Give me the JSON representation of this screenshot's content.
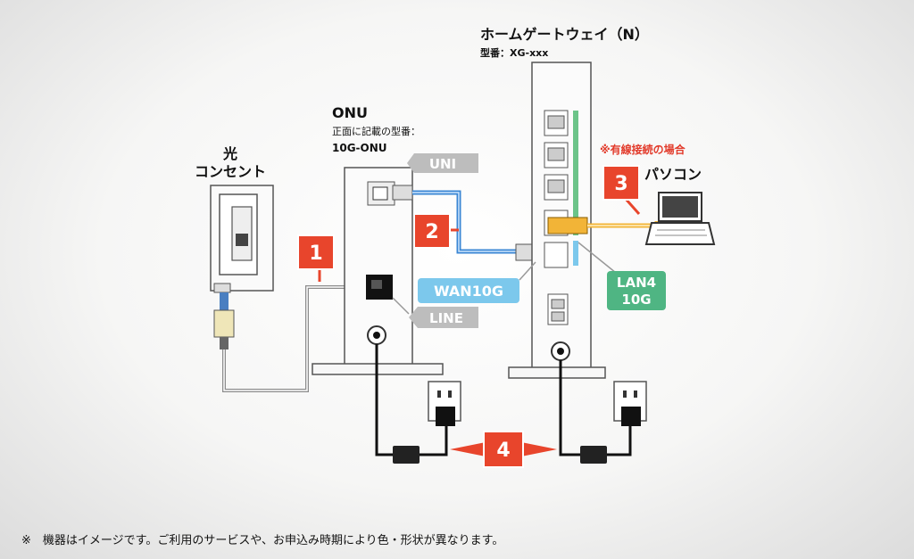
{
  "gateway": {
    "title": "ホームゲートウェイ（N）",
    "model": "型番：XG-xxx"
  },
  "onu": {
    "title": "ONU",
    "model_label": "正面に記載の型番：",
    "model": "10G-ONU"
  },
  "outlet": {
    "line1": "光",
    "line2": "コンセント"
  },
  "wired": {
    "note": "※有線接続の場合",
    "pc_label": "パソコン"
  },
  "ports": {
    "uni": "UNI",
    "line": "LINE",
    "wan": "WAN10G",
    "lan4_line1": "LAN4",
    "lan4_line2": "10G"
  },
  "steps": [
    "1",
    "2",
    "3",
    "4"
  ],
  "footer": "※　機器はイメージです。ご利用のサービスや、お申込み時期により色・形状が異なります。",
  "colors": {
    "step_badge": "#e8452c",
    "wan_badge": "#7cc8ec",
    "lan_badge": "#4fb583",
    "gray_badge": "#bdbdbd",
    "blue_cable": "#3a86d4",
    "yellow_cable": "#f2b437",
    "gray_cable": "#8c8c8c",
    "note": "#e23a2a"
  }
}
